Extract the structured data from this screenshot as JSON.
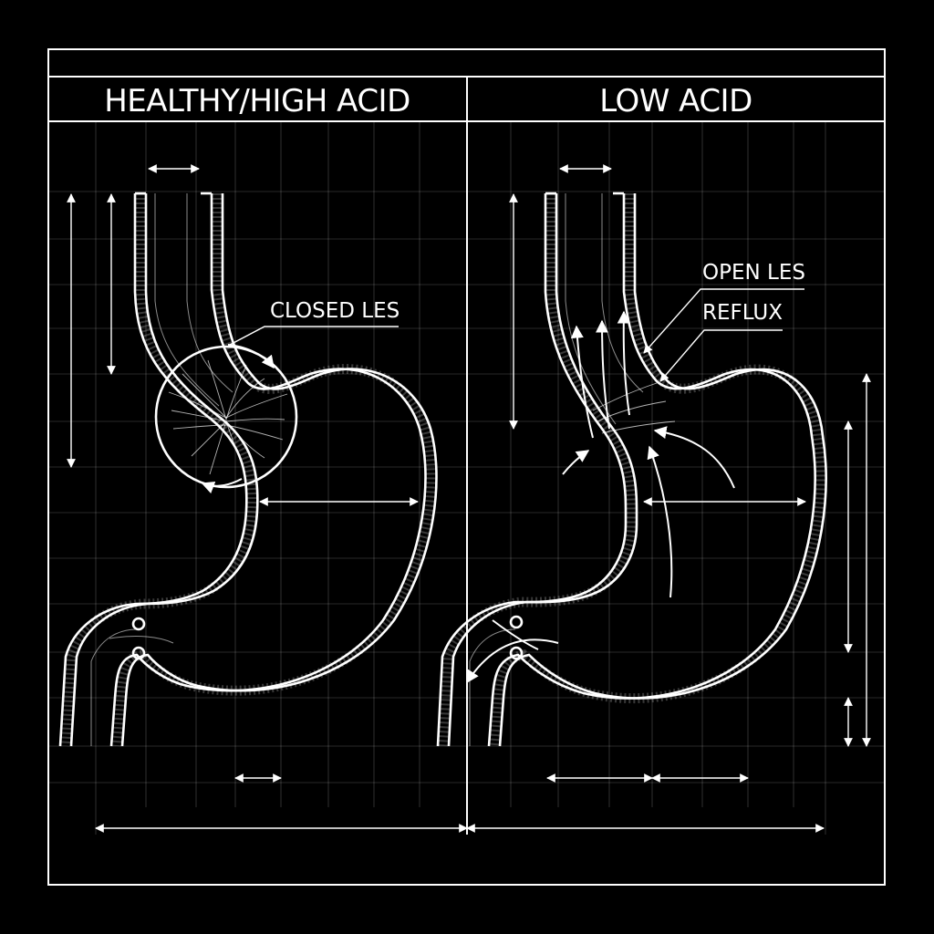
{
  "panels": {
    "left": {
      "title": "HEALTHY/HIGH ACID",
      "label": "CLOSED LES"
    },
    "right": {
      "title": "LOW ACID",
      "label_1": "OPEN LES",
      "label_2": "REFLUX"
    }
  },
  "colors": {
    "background": "#000000",
    "line": "#ffffff"
  }
}
